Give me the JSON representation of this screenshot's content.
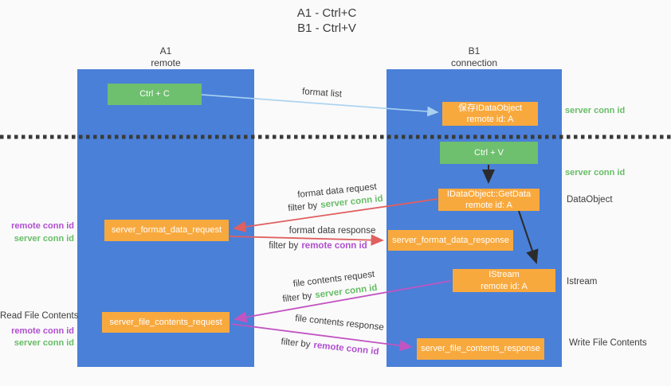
{
  "title": {
    "line1": "A1 - Ctrl+C",
    "line2": "B1 - Ctrl+V"
  },
  "columns": {
    "a1": {
      "id": "A1",
      "subtitle": "remote"
    },
    "b1": {
      "id": "B1",
      "subtitle": "connection"
    }
  },
  "nodes": {
    "ctrl_c": {
      "label": "Ctrl + C"
    },
    "save_idataobject": {
      "line1": "保存IDataObject",
      "line2": "remote id: A"
    },
    "ctrl_v": {
      "label": "Ctrl + V"
    },
    "getdata": {
      "line1": "IDataObject::GetData",
      "line2": "remote id: A"
    },
    "server_format_data_request": {
      "label": "server_format_data_request"
    },
    "server_format_data_response": {
      "label": "server_format_data_response"
    },
    "istream": {
      "line1": "IStream",
      "line2": "remote id: A"
    },
    "server_file_contents_request": {
      "label": "server_file_contents_request"
    },
    "server_file_contents_response": {
      "label": "server_file_contents_response"
    }
  },
  "left_labels": {
    "remote_conn_id_format": "remote conn id",
    "server_conn_id_format": "server conn id",
    "read_file_contents": "Read File Contents",
    "remote_conn_id_file": "remote conn id",
    "server_conn_id_file": "server conn id"
  },
  "right_labels": {
    "server_conn_id_copy": "server conn id",
    "server_conn_id_paste": "server conn id",
    "dataobject": "DataObject",
    "istream": "Istream",
    "write_file_contents": "Write File Contents"
  },
  "edge_labels": {
    "format_list": "format list",
    "format_data_request": "format data request",
    "filter_format_request_prefix": "filter by",
    "filter_format_request_value": "server conn id",
    "format_data_response": "format data response",
    "filter_format_response_prefix": "filter by",
    "filter_format_response_value": "remote conn id",
    "file_contents_request": "file contents request",
    "filter_file_request_prefix": "filter by",
    "filter_file_request_value": "server conn id",
    "file_contents_response": "file contents response",
    "filter_file_response_prefix": "filter by",
    "filter_file_response_value": "remote conn id"
  },
  "colors": {
    "background": "#fafafa",
    "column_fill": "#4a80d8",
    "green_box": "#6ebf6e",
    "orange_box": "#f8a93e",
    "green_text": "#67bd67",
    "purple_text": "#b04fd0",
    "dark_text": "#3c3c3c",
    "red_arrow": "#e05f5f",
    "magenta_arrow": "#c254c2",
    "light_blue_arrow": "#a8d2f0",
    "black_arrow": "#2b2b2b"
  }
}
